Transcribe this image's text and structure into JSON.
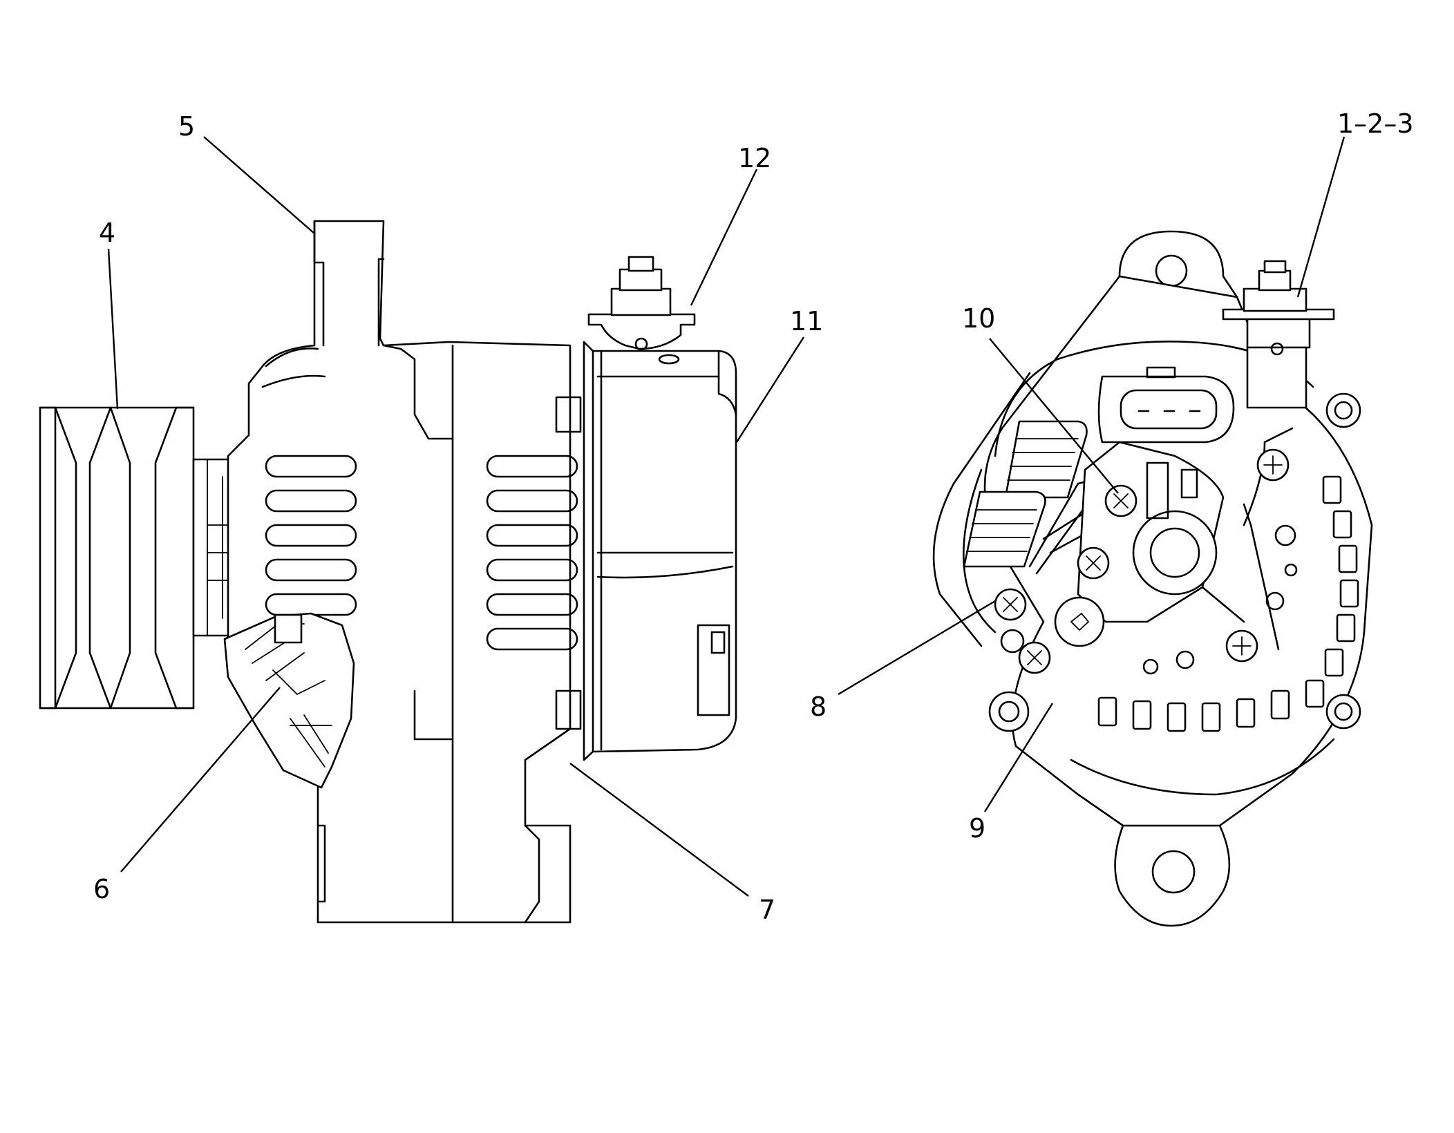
{
  "callouts": {
    "c5": "5",
    "c4": "4",
    "c12": "12",
    "c11": "11",
    "c6": "6",
    "c7": "7",
    "c10": "10",
    "c123": "1–2–3",
    "c8": "8",
    "c9": "9"
  },
  "line_color": "#000000",
  "background_color": "#ffffff"
}
